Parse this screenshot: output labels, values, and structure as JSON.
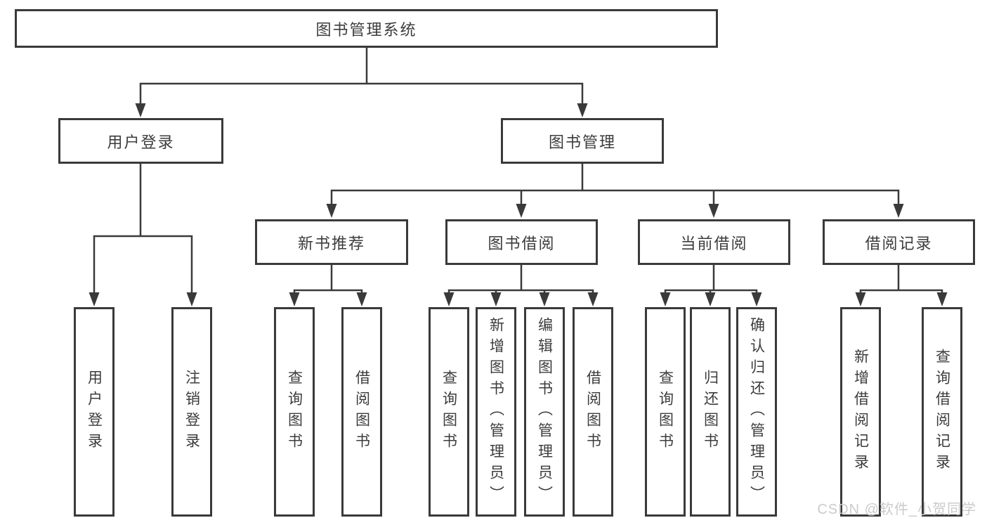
{
  "tree": {
    "root": {
      "label": "图书管理系统"
    },
    "user_login": {
      "label": "用户登录",
      "children": [
        {
          "label": "用户登录"
        },
        {
          "label": "注销登录"
        }
      ]
    },
    "book_management": {
      "label": "图书管理",
      "sections": [
        {
          "label": "新书推荐",
          "children": [
            {
              "label": "查询图书"
            },
            {
              "label": "借阅图书"
            }
          ]
        },
        {
          "label": "图书借阅",
          "children": [
            {
              "label": "查询图书"
            },
            {
              "label": "新增图书（管理员）"
            },
            {
              "label": "编辑图书（管理员）"
            },
            {
              "label": "借阅图书"
            }
          ]
        },
        {
          "label": "当前借阅",
          "children": [
            {
              "label": "查询图书"
            },
            {
              "label": "归还图书"
            },
            {
              "label": "确认归还（管理员）"
            }
          ]
        },
        {
          "label": "借阅记录",
          "children": [
            {
              "label": "新增借阅记录"
            },
            {
              "label": "查询借阅记录"
            }
          ]
        }
      ]
    }
  },
  "watermark": {
    "text": "CSDN @软件_小贺同学"
  },
  "colors": {
    "line": "#3a3a3a",
    "text": "#3c3c3c",
    "background": "#ffffff",
    "watermark": "#cbcbcb"
  }
}
